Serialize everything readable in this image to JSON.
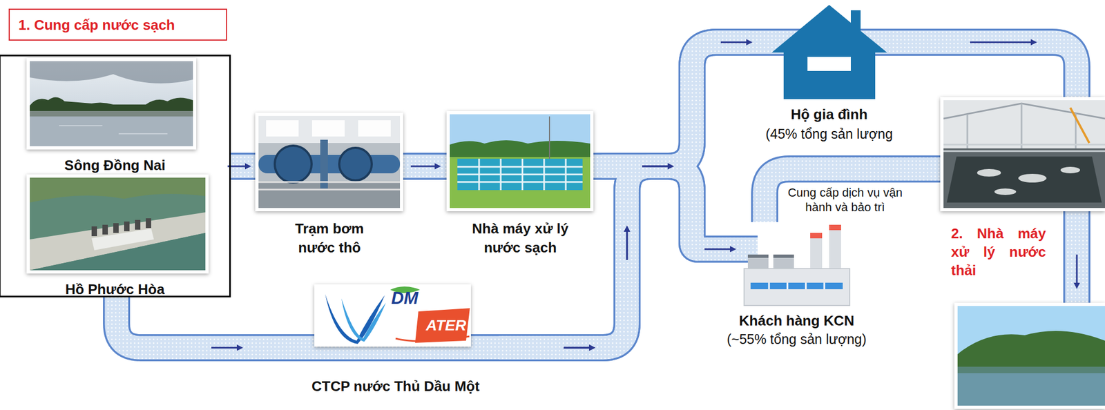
{
  "diagram": {
    "title": "1. Cung cấp nước sạch",
    "nodes": [
      {
        "text": [
          "Sông Đồng Nai",
          "Hồ Phước Hòa"
        ]
      },
      {
        "text": [
          "Trạm bơm nước thô"
        ]
      },
      {
        "text": [
          "Nhà máy xử lý nước sạch"
        ]
      },
      {
        "text": [
          "CTCP nước Thủ Dầu Một"
        ]
      },
      {
        "text": [
          "Hộ gia đình",
          "(45% tổng sản lượng"
        ]
      },
      {
        "text": [
          "Khách hàng KCN",
          "(~55% tổng sản lượng)"
        ]
      },
      {
        "text": [
          "2. Nhà máy xử lý nước thải"
        ]
      }
    ],
    "edges": [
      {
        "from": 0,
        "to": 1,
        "arrow": "to"
      },
      {
        "from": 1,
        "to": 2,
        "arrow": "to"
      },
      {
        "from": 0,
        "to": 3,
        "arrow": "to"
      },
      {
        "from": 2,
        "to": 4,
        "arrow": "to"
      },
      {
        "from": 2,
        "to": 5,
        "arrow": "to"
      },
      {
        "from": 3,
        "to": 4,
        "arrow": "to"
      },
      {
        "from": 3,
        "to": 5,
        "arrow": "to"
      },
      {
        "from": 4,
        "to": 6,
        "arrow": "to"
      },
      {
        "from": 5,
        "to": 6,
        "label": "Cung cấp dịch vụ vận hành và bảo trì",
        "arrow": "none"
      }
    ],
    "labels": [
      "DM",
      "ATER"
    ]
  }
}
